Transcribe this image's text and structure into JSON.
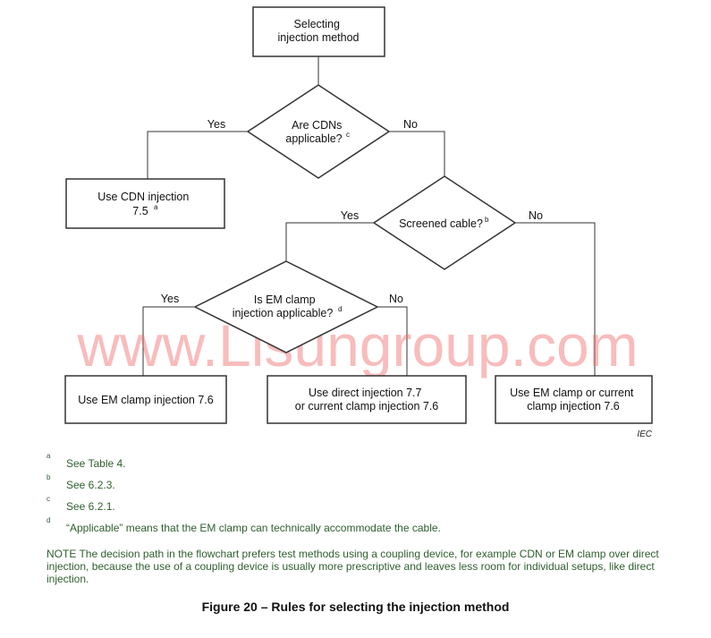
{
  "nodes": {
    "start": {
      "line1": "Selecting",
      "line2": "injection method"
    },
    "cdn_question": {
      "line1": "Are CDNs",
      "line2": "applicable?",
      "mark": "c"
    },
    "use_cdn": {
      "line1": "Use CDN injection",
      "line2": "7.5",
      "mark": "a"
    },
    "screened_question": {
      "line1": "Screened cable?",
      "mark": "b"
    },
    "em_clamp_question": {
      "line1": "Is EM clamp",
      "line2": "injection applicable?",
      "mark": "d"
    },
    "use_em_clamp": {
      "line1": "Use EM clamp injection 7.6"
    },
    "use_direct": {
      "line1": "Use direct injection 7.7",
      "line2": "or current clamp injection 7.6"
    },
    "use_em_or_current": {
      "line1": "Use EM clamp or current",
      "line2": "clamp injection 7.6"
    }
  },
  "edges": {
    "cdn_yes": "Yes",
    "cdn_no": "No",
    "screened_yes": "Yes",
    "screened_no": "No",
    "em_yes": "Yes",
    "em_no": "No"
  },
  "iec_label": "IEC",
  "watermark": "www.Lisungroup.com",
  "footnotes": [
    {
      "mark": "a",
      "text": "See Table 4."
    },
    {
      "mark": "b",
      "text": "See 6.2.3."
    },
    {
      "mark": "c",
      "text": "See 6.2.1."
    },
    {
      "mark": "d",
      "text": "“Applicable” means that the EM clamp can technically accommodate the cable."
    }
  ],
  "note": "NOTE   The decision path in the flowchart prefers test methods using a coupling device, for example CDN or EM clamp over direct injection, because the use of a coupling device is usually more prescriptive and leaves less room for individual setups, like direct injection.",
  "caption": "Figure 20 – Rules for selecting the injection method"
}
